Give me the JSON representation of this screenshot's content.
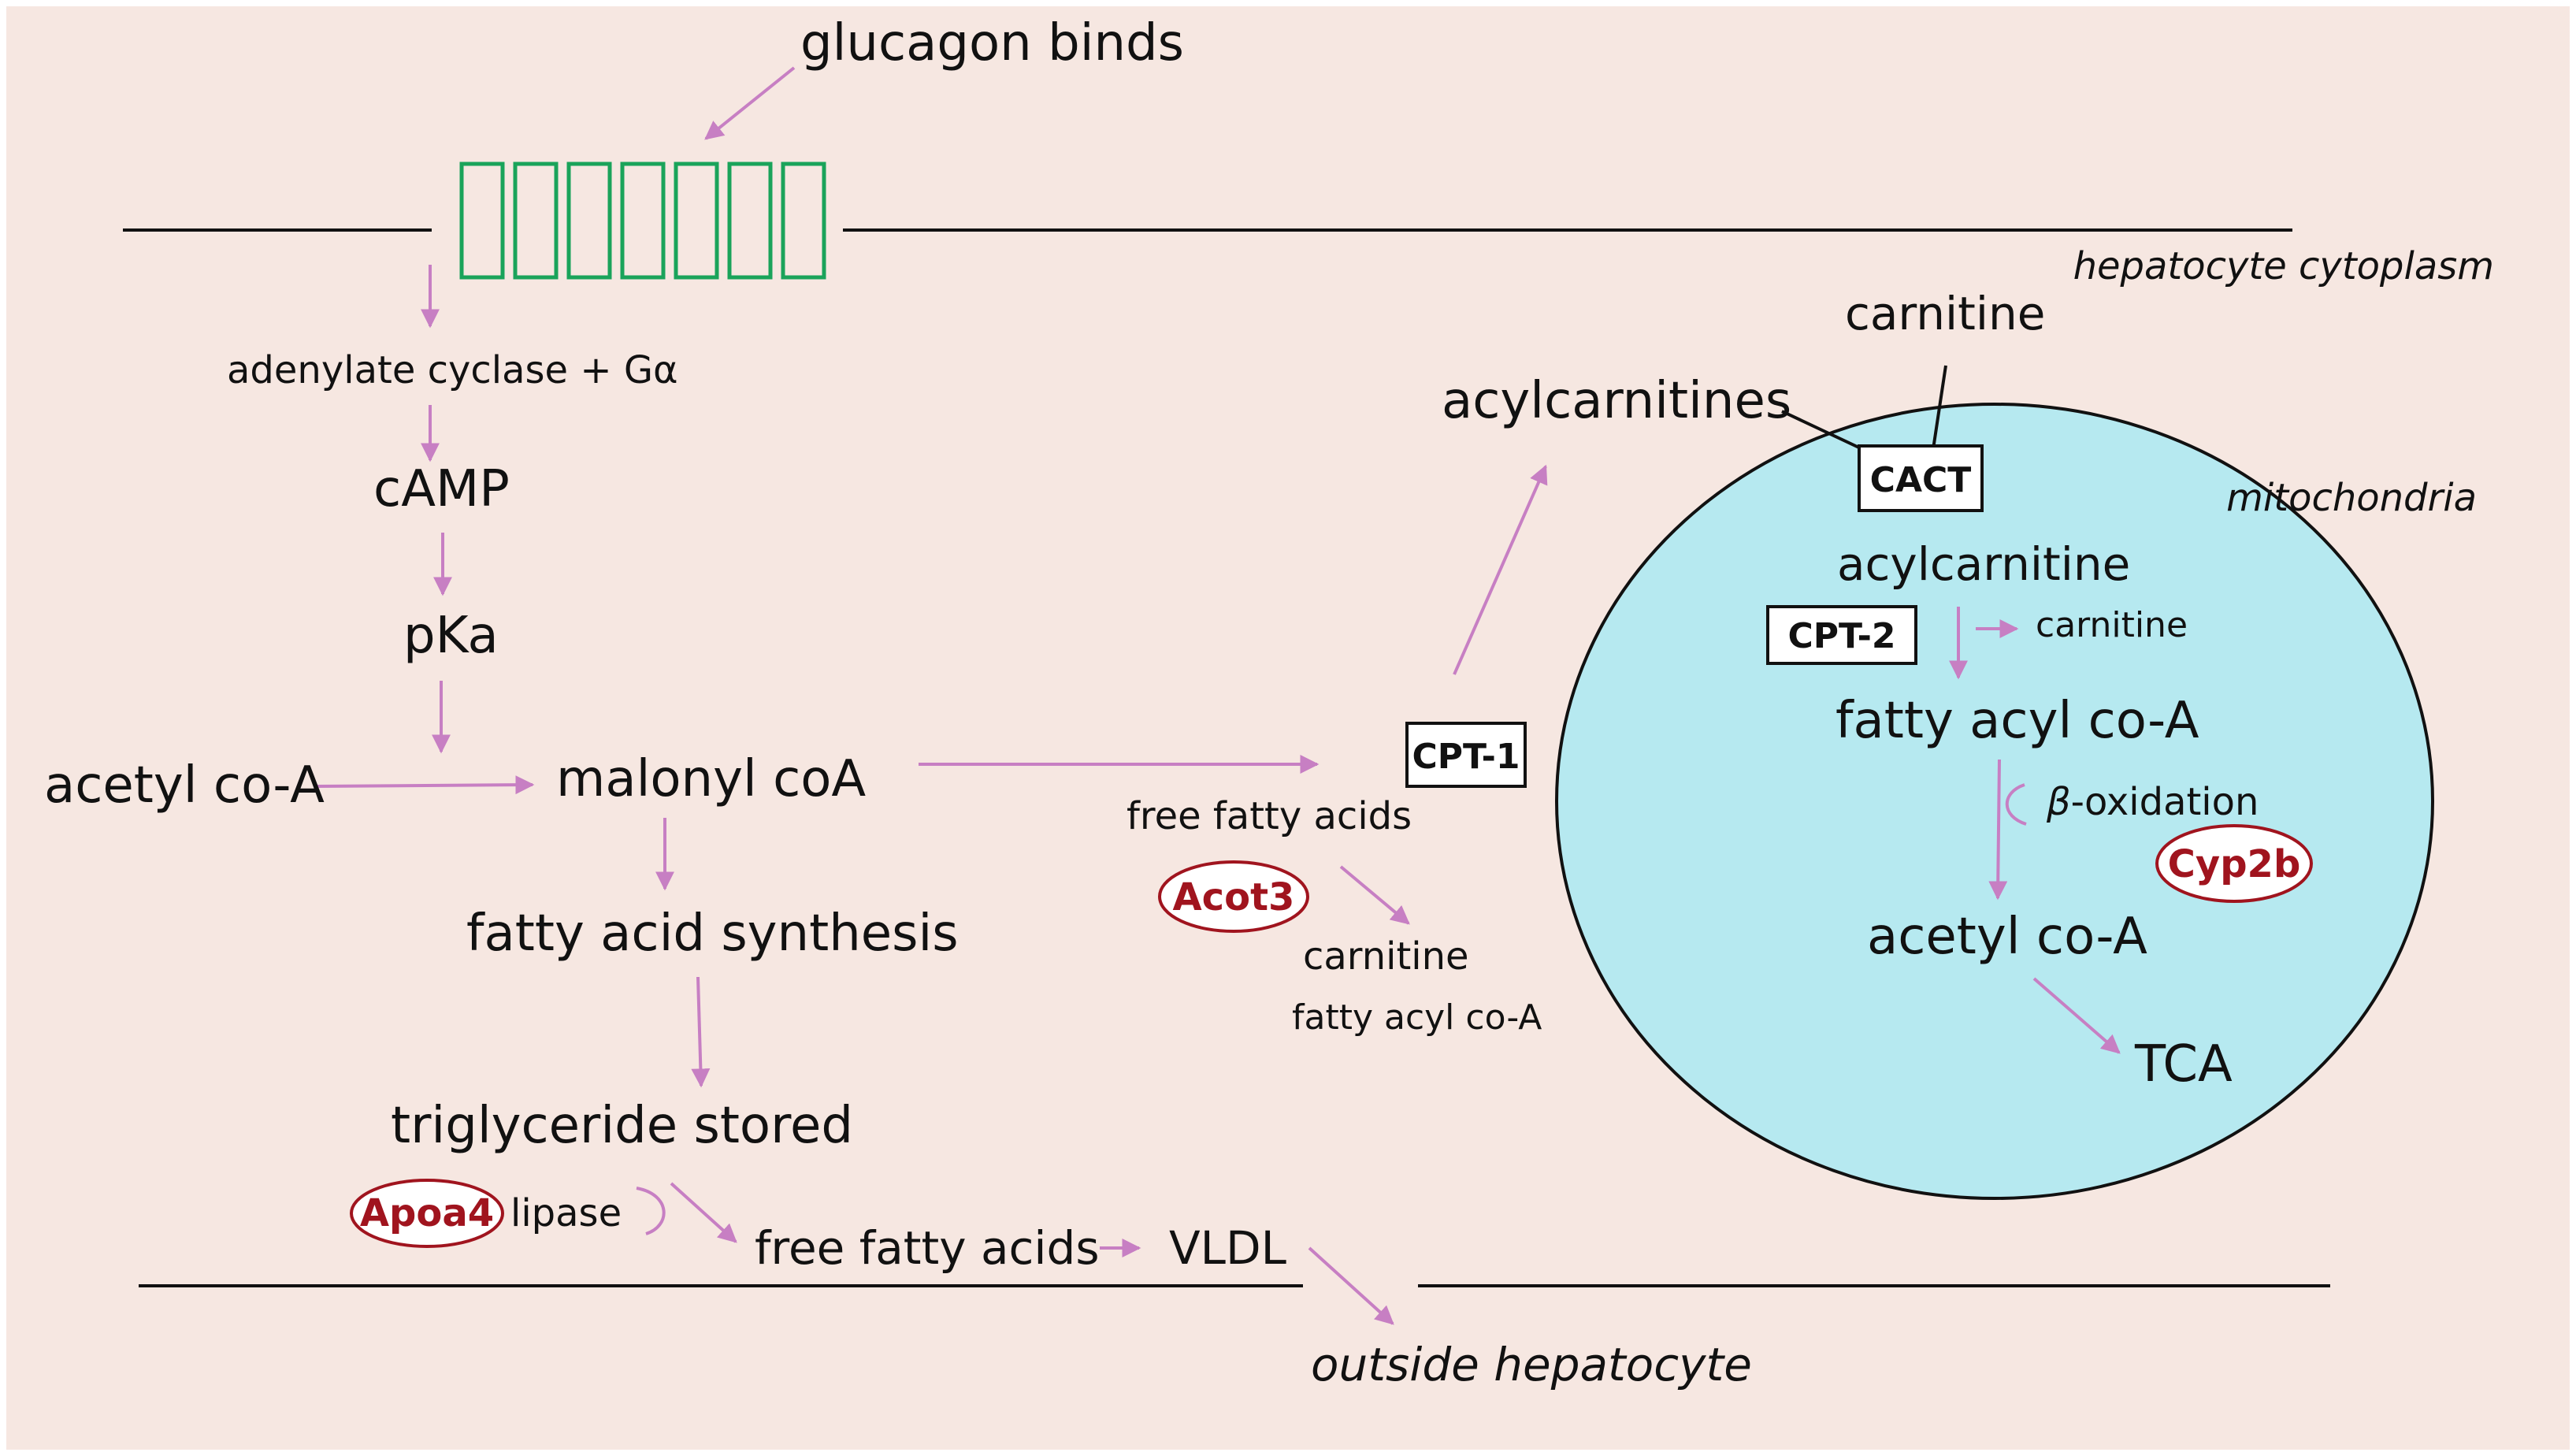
{
  "colors": {
    "background": "#f6e7e1",
    "mitochondria_fill": "#b6e9f0",
    "receptor": "#1aa35a",
    "arrow": "#c77fc3",
    "highlight_text": "#a0141e",
    "highlight_border": "#a0141e"
  },
  "labels": {
    "glucagon_binds": "glucagon binds",
    "hepatocyte_cytoplasm": "hepatocyte cytoplasm",
    "adenylate_cyclase": "adenylate cyclase + Gα",
    "camp": "cAMP",
    "pka": "pKa",
    "acetyl_coa_left": "acetyl co-A",
    "malonyl_coa": "malonyl coA",
    "fatty_acid_synthesis": "fatty acid synthesis",
    "triglyceride_stored": "triglyceride stored",
    "lipase": "lipase",
    "free_fatty_acids_bottom": "free fatty acids",
    "vldl": "VLDL",
    "outside_hepatocyte": "outside hepatocyte",
    "free_fatty_acids_mid": "free fatty acids",
    "carnitine_mid": "carnitine",
    "fatty_acyl_coa_mid": "fatty acyl co-A",
    "acylcarnitines": "acylcarnitines",
    "carnitine_top": "carnitine",
    "mitochondria": "mitochondria",
    "acylcarnitine_inner": "acylcarnitine",
    "carnitine_inner": "carnitine",
    "fatty_acyl_coa_inner": "fatty acyl co-A",
    "beta_symbol": "β",
    "oxidation": "-oxidation",
    "acetyl_coa_inner": "acetyl co-A",
    "tca": "TCA"
  },
  "boxes": {
    "cpt1": "CPT-1",
    "cact": "CACT",
    "cpt2": "CPT-2"
  },
  "genes": {
    "acot3": "Acot3",
    "apoa4": "Apoa4",
    "cyp2b": "Cyp2b"
  }
}
